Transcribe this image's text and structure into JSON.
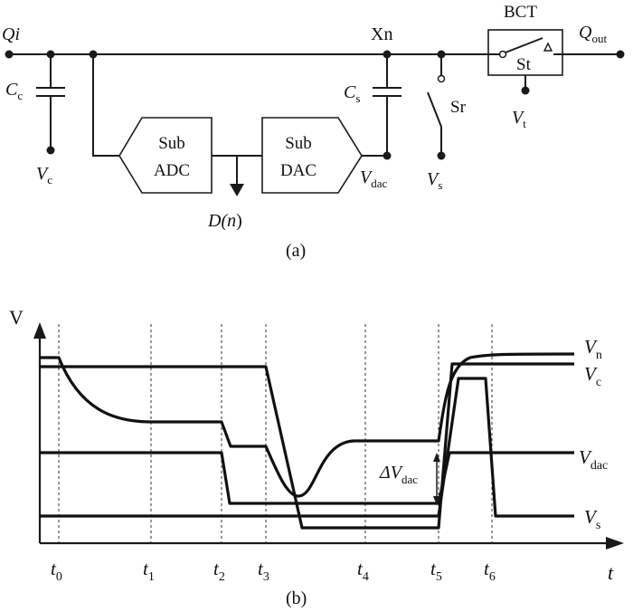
{
  "circuit": {
    "labels": {
      "qi": "Qi",
      "cc_main": "C",
      "cc_sub": "c",
      "vc_main": "V",
      "vc_sub": "c",
      "xn": "Xn",
      "cs_main": "C",
      "cs_sub": "s",
      "vdac_main": "V",
      "vdac_sub": "dac",
      "sr": "Sr",
      "vs_main": "V",
      "vs_sub": "s",
      "bct": "BCT",
      "st": "St",
      "vt_main": "V",
      "vt_sub": "t",
      "qout_main": "Q",
      "qout_sub": "out",
      "sub_adc_line1": "Sub",
      "sub_adc_line2": "ADC",
      "sub_dac_line1": "Sub",
      "sub_dac_line2": "DAC",
      "dn_pre": "D(",
      "dn_var": "n",
      "dn_post": ")"
    },
    "caption": "(a)"
  },
  "timing": {
    "y_axis_label": "V",
    "x_axis_label": "t",
    "ticks": [
      {
        "main": "t",
        "sub": "0"
      },
      {
        "main": "t",
        "sub": "1"
      },
      {
        "main": "t",
        "sub": "2"
      },
      {
        "main": "t",
        "sub": "3"
      },
      {
        "main": "t",
        "sub": "4"
      },
      {
        "main": "t",
        "sub": "5"
      },
      {
        "main": "t",
        "sub": "6"
      }
    ],
    "signals": [
      {
        "main": "V",
        "sub": "n"
      },
      {
        "main": "V",
        "sub": "c"
      },
      {
        "main": "V",
        "sub": "dac"
      },
      {
        "main": "V",
        "sub": "s"
      }
    ],
    "delta_main": "ΔV",
    "delta_sub": "dac",
    "caption": "(b)"
  }
}
